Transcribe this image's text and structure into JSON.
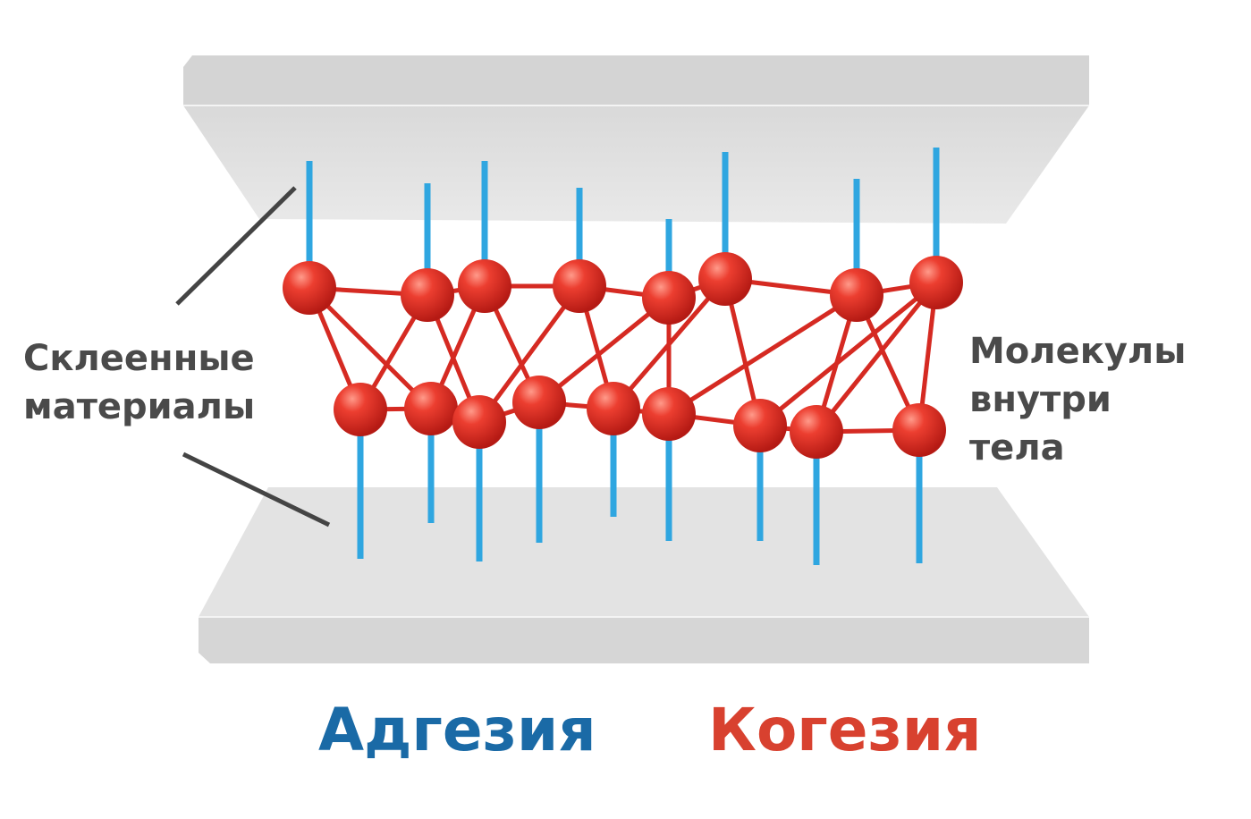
{
  "labels": {
    "left_line1": "Склеенные",
    "left_line2": "материалы",
    "right_line1": "Молекулы",
    "right_line2": "внутри",
    "right_line3": "тела",
    "adhesion": "Адгезия",
    "cohesion": "Когезия"
  },
  "colors": {
    "adhesion": "#1a6aa6",
    "cohesion": "#d8412f",
    "molecule": "#e2352b",
    "stick": "#2fa6e0",
    "plate": "#e2e2e2"
  }
}
